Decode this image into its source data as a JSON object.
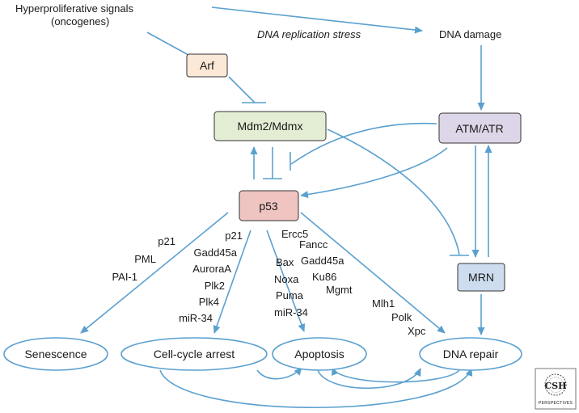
{
  "colors": {
    "edge": "#5aa0cf",
    "arf_fill": "#fbe8d6",
    "mdm2_fill": "#e2edd3",
    "atm_fill": "#ddd5e8",
    "p53_fill": "#efc4c1",
    "mrn_fill": "#cedcef"
  },
  "inputs": {
    "signals_line1": "Hyperproliferative signals",
    "signals_line2": "(oncogenes)",
    "replication_stress": "DNA replication stress",
    "dna_damage": "DNA damage"
  },
  "nodes": {
    "arf": "Arf",
    "mdm2": "Mdm2/Mdmx",
    "atm": "ATM/ATR",
    "p53": "p53",
    "mrn": "MRN"
  },
  "outcomes": {
    "senescence": "Senescence",
    "cell_cycle_arrest": "Cell-cycle arrest",
    "apoptosis": "Apoptosis",
    "dna_repair": "DNA repair"
  },
  "targets": {
    "senescence": [
      "p21",
      "PML",
      "PAI-1"
    ],
    "cell_cycle_arrest": [
      "p21",
      "Gadd45a",
      "AuroraA",
      "Plk2",
      "Plk4",
      "miR-34"
    ],
    "apoptosis": [
      "Bax",
      "Noxa",
      "Puma",
      "miR-34"
    ],
    "dna_repair": [
      "Ercc5",
      "Fancc",
      "Gadd45a",
      "Ku86",
      "Mgmt",
      "Mlh1",
      "Polk",
      "Xpc"
    ]
  },
  "logo": {
    "line1": "CSH",
    "line2": "PERSPECTIVES"
  }
}
